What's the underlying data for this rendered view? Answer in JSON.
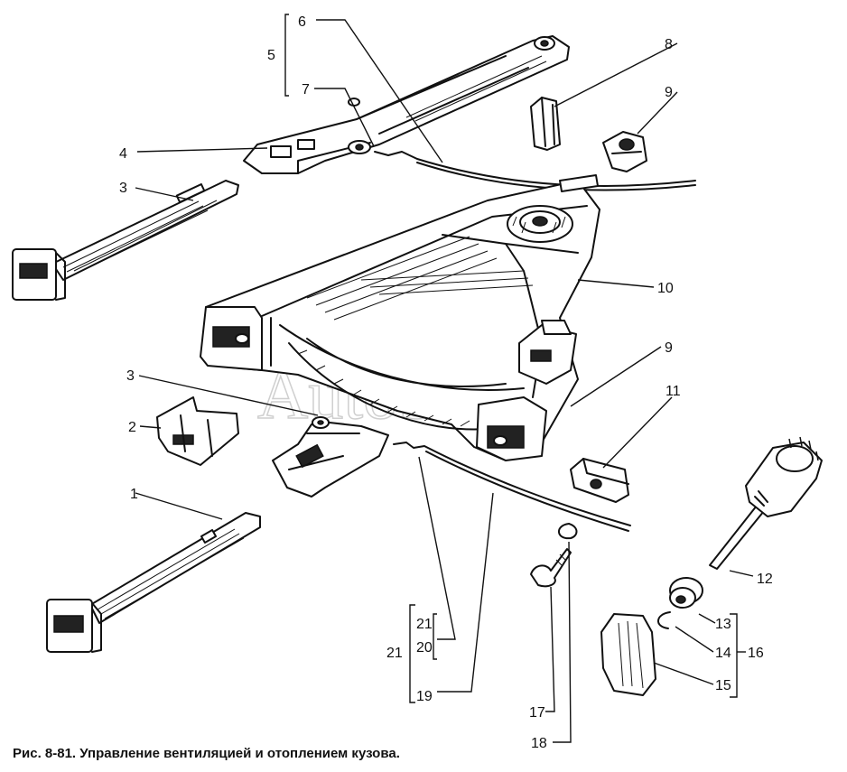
{
  "caption": "Рис. 8-81. Управление вентиляцией и отоплением кузова.",
  "watermark": "AutoSoft",
  "callouts": {
    "n1": "1",
    "n2": "2",
    "n3a": "3",
    "n3b": "3",
    "n4": "4",
    "n5": "5",
    "n6": "6",
    "n7": "7",
    "n8": "8",
    "n9a": "9",
    "n9b": "9",
    "n10": "10",
    "n11": "11",
    "n12": "12",
    "n13": "13",
    "n14": "14",
    "n15": "15",
    "n16": "16",
    "n17": "17",
    "n18": "18",
    "n19": "19",
    "n20": "20",
    "n21a": "21",
    "n21b": "21"
  }
}
